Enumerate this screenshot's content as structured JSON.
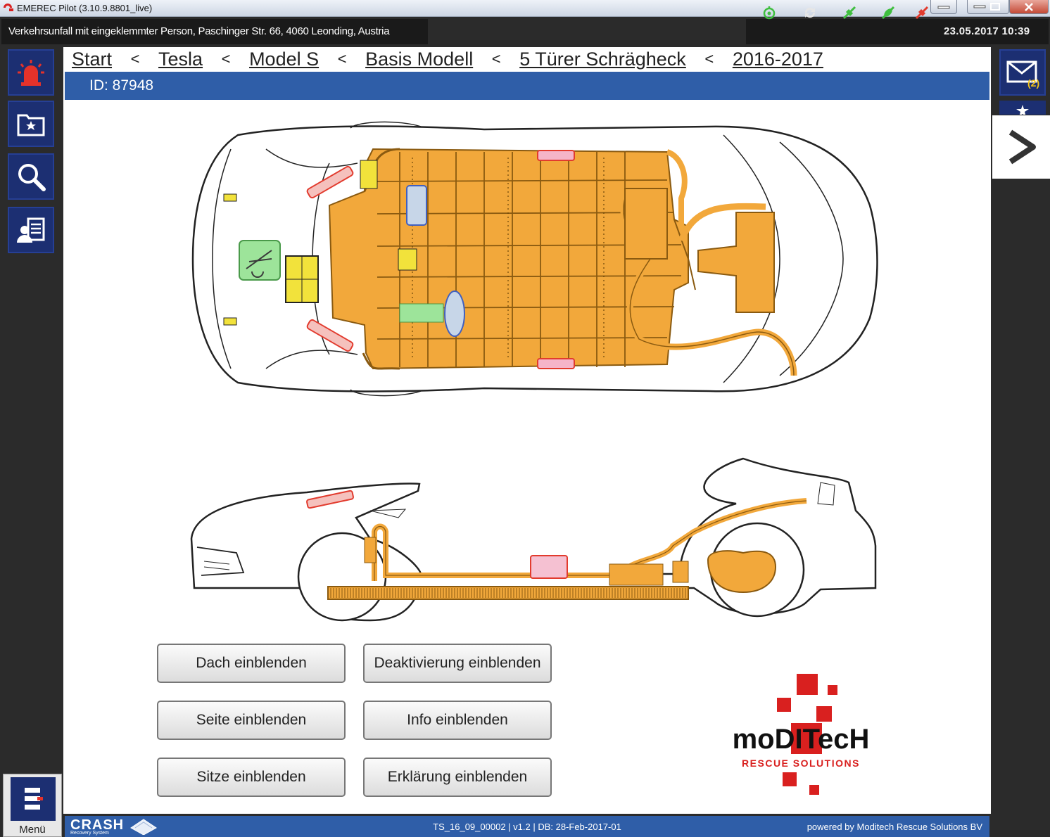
{
  "window": {
    "title": "EMEREC Pilot (3.10.9.8801_live)"
  },
  "header": {
    "incident": "Verkehrsunfall mit eingeklemmter Person, Paschinger Str. 66, 4060 Leonding, Austria",
    "datetime": "23.05.2017 10:39",
    "status_colors": {
      "ok": "#3fbf3f",
      "refresh": "#e6e6e6",
      "alert": "#e23b2e"
    }
  },
  "breadcrumb": {
    "items": [
      "Start",
      "Tesla",
      "Model S",
      "Basis Modell",
      "5 Türer Schrägheck",
      "2016-2017"
    ],
    "separator": "<"
  },
  "vehicle": {
    "id_label": "ID: 87948"
  },
  "buttons": {
    "roof": "Dach einblenden",
    "deactivation": "Deaktivierung einblenden",
    "side": "Seite einblenden",
    "info": "Info einblenden",
    "seats": "Sitze einblenden",
    "explanation": "Erklärung einblenden"
  },
  "nav": {
    "menu_label": "Menü",
    "mail_badge": "(2)"
  },
  "brand": {
    "name": "moDITecH",
    "tagline": "Rescue Solutions",
    "crash_logo": "CRASH",
    "crash_sub": "Recovery System",
    "accent": "#d9201f"
  },
  "footer": {
    "version": "TS_16_09_00002 | v1.2 | DB: 28-Feb-2017-01",
    "credit": "powered by Moditech Rescue Solutions BV"
  },
  "colors": {
    "battery_orange": "#f2a83b",
    "nav_blue": "#1c2f72",
    "bar_blue": "#2f5ea8"
  }
}
